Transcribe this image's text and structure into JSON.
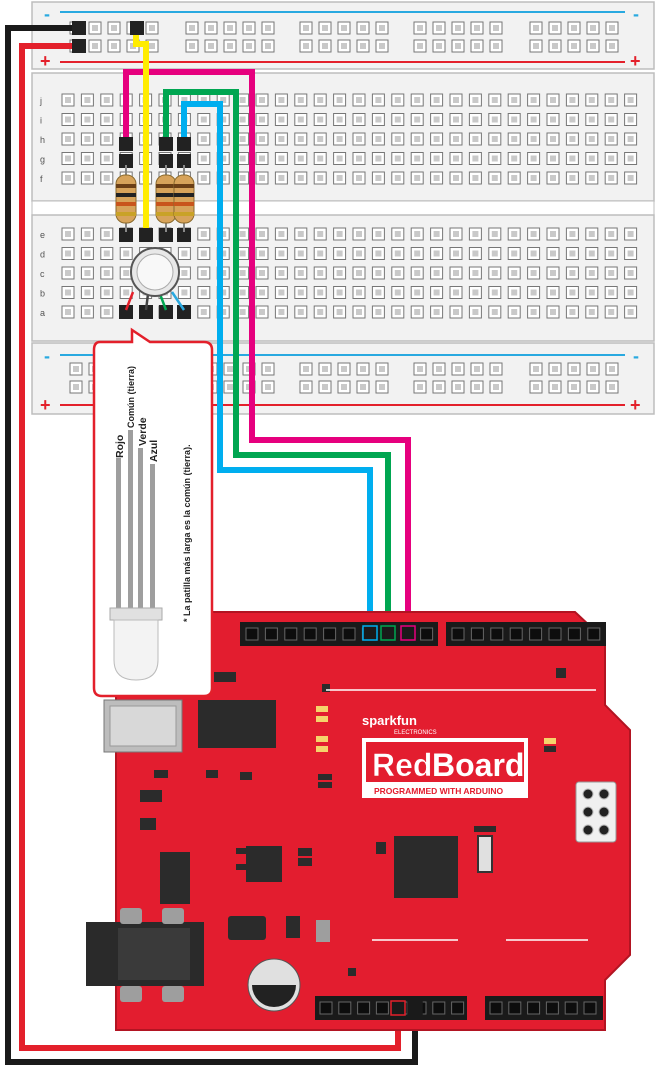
{
  "rail_labels": {
    "minus": "-",
    "plus": "+"
  },
  "breadboard": {
    "row_letters_top": [
      "j",
      "i",
      "h",
      "g",
      "f"
    ],
    "row_letters_bottom": [
      "e",
      "d",
      "c",
      "b",
      "a"
    ]
  },
  "wire_colors": {
    "ground": "#1a1a1a",
    "power": "#e3202b",
    "common": "#ffec00",
    "red_channel": "#e6007e",
    "green_channel": "#00a651",
    "blue_channel": "#00aeef"
  },
  "led_callout": {
    "pin_labels": [
      "Rojo",
      "Común (tierra)",
      "Verde",
      "Azul"
    ],
    "footnote": "* La patilla más larga es la común (tierra)."
  },
  "redboard": {
    "brand_small": "sparkfun",
    "brand_sub": "ELECTRONICS",
    "title_red": "Red",
    "title_board": "Board",
    "subtitle": "PROGRAMMED WITH ARDUINO",
    "board_color": "#e31d2f"
  }
}
